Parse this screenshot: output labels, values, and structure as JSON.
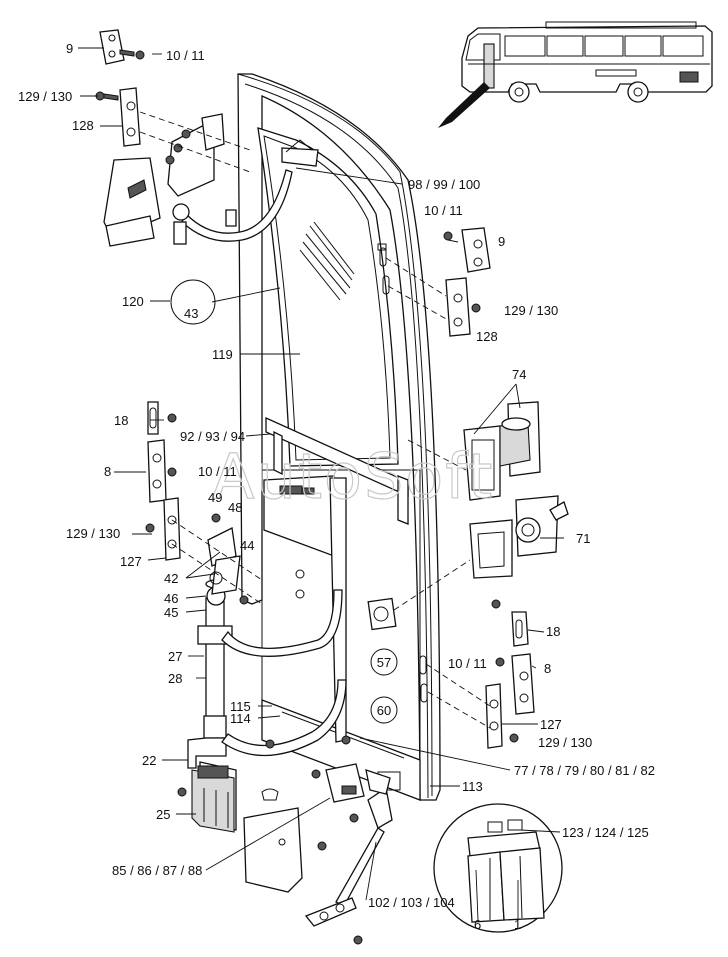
{
  "labels": {
    "l9_top": "9",
    "l10_11_top": "10 / 11",
    "l129_130_top": "129 / 130",
    "l128_top": "128",
    "l98_99_100": "98 / 99 / 100",
    "l10_11_right": "10 / 11",
    "l9_right": "9",
    "l120": "120",
    "l43": "43",
    "l129_130_right": "129 / 130",
    "l128_right": "128",
    "l119": "119",
    "l74": "74",
    "l18_left": "18",
    "l92_93_94": "92 / 93 / 94",
    "l8_left": "8",
    "l10_11_mid": "10 / 11",
    "l49": "49",
    "l48": "48",
    "l129_130_left": "129 / 130",
    "l71": "71",
    "l127_left": "127",
    "l44": "44",
    "l42": "42",
    "l46": "46",
    "l45": "45",
    "l18_right": "18",
    "l27": "27",
    "l10_11_lower": "10 / 11",
    "l8_right": "8",
    "l28": "28",
    "l115": "115",
    "l114": "114",
    "l127_right": "127",
    "l129_130_lower": "129 / 130",
    "l22": "22",
    "l77_82": "77 / 78 / 79 / 80 / 81 / 82",
    "l113": "113",
    "l25": "25",
    "l123_125": "123 / 124 / 125",
    "l85_88": "85 / 86 / 87 / 88",
    "l102_104": "102 / 103 / 104",
    "l6": "6",
    "l1": "1"
  },
  "circled_labels": {
    "c57": "57",
    "c60": "60"
  },
  "watermark": "AutoSoft"
}
